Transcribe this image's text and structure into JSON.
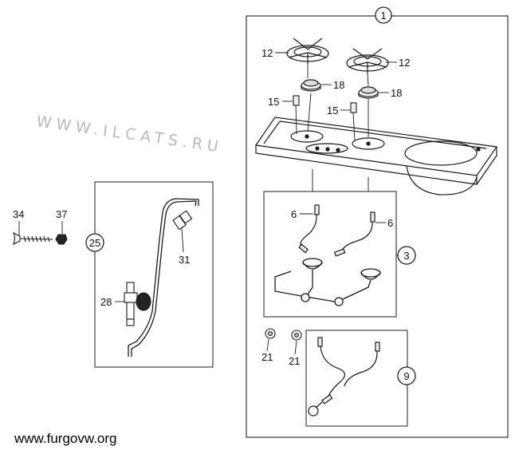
{
  "watermark": "WWW.ILCATS.RU",
  "footer_url": "www.furgovw.org",
  "callouts": {
    "assembly_1": "1",
    "sub_3": "3",
    "sub_9": "9",
    "sub_25": "25"
  },
  "labels": {
    "p12a": "12",
    "p12b": "12",
    "p18a": "18",
    "p18b": "18",
    "p15a": "15",
    "p15b": "15",
    "p6a": "6",
    "p6b": "6",
    "p21a": "21",
    "p21b": "21",
    "p31": "31",
    "p28": "28",
    "p34": "34",
    "p37": "37"
  },
  "colors": {
    "line": "#1a1a1a",
    "frame": "#444444",
    "watermark": "#b9b9b9"
  }
}
